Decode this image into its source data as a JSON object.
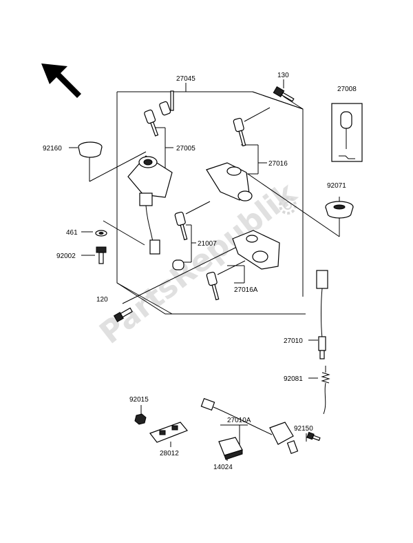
{
  "diagram": {
    "watermark": "PartsRepublik",
    "labels": {
      "p27045": "27045",
      "p130": "130",
      "p27008": "27008",
      "p92160": "92160",
      "p27005": "27005",
      "p27016": "27016",
      "p92071": "92071",
      "p461": "461",
      "p21007": "21007",
      "p92002": "92002",
      "p27016A": "27016A",
      "p120": "120",
      "p27010": "27010",
      "p92081": "92081",
      "p92015": "92015",
      "p27010A": "27010A",
      "p92150": "92150",
      "p28012": "28012",
      "p14024": "14024"
    }
  }
}
